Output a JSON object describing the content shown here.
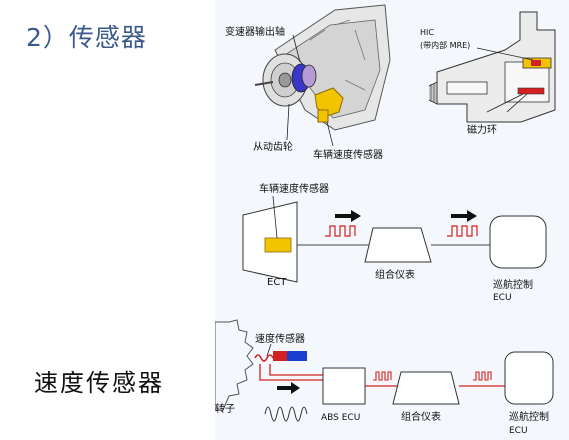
{
  "title": "2）传感器",
  "side_label": "速度传感器",
  "colors": {
    "title": "#3a5a8a",
    "figure_bg": "#f4f8fc",
    "sensor_yellow": "#f2c400",
    "signal_red": "#d32020",
    "blue": "#1a3fd0"
  },
  "top_left": {
    "output_shaft": "变速器输出轴",
    "driven_gear": "从动齿轮",
    "vss": "车辆速度传感器"
  },
  "top_right": {
    "hic": "HIC",
    "hic_sub": "(带内部 MRE)",
    "magnet_ring": "磁力环"
  },
  "middle": {
    "sensor": "车辆速度传感器",
    "ect": "ECT",
    "combo_meter": "组合仪表",
    "cruise": "巡航控制",
    "ecu": "ECU"
  },
  "bottom": {
    "sensor": "速度传感器",
    "rotor": "转子",
    "abs_ecu": "ABS ECU",
    "combo_meter": "组合仪表",
    "cruise": "巡航控制",
    "ecu": "ECU"
  }
}
